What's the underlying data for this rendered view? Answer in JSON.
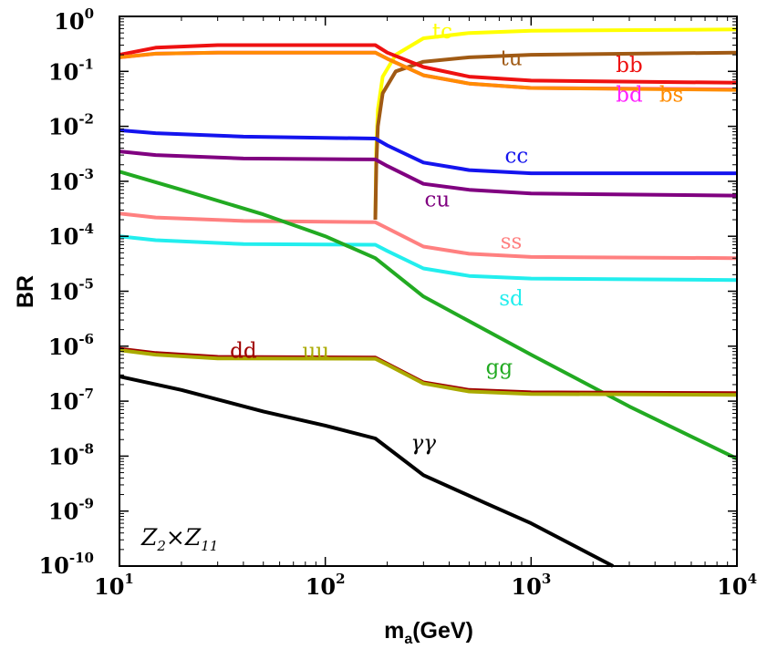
{
  "chart_data": {
    "type": "line",
    "xlabel": "m",
    "xlabel_sub": "a",
    "xlabel_tail": "(GeV)",
    "ylabel": "BR",
    "x_scale": "log",
    "y_scale": "log",
    "xlim": [
      10,
      10000
    ],
    "ylim": [
      1e-10,
      1
    ],
    "x_ticks": [
      {
        "value": 10,
        "base": "10",
        "exp": "1"
      },
      {
        "value": 100,
        "base": "10",
        "exp": "2"
      },
      {
        "value": 1000,
        "base": "10",
        "exp": "3"
      },
      {
        "value": 10000,
        "base": "10",
        "exp": "4"
      }
    ],
    "y_ticks": [
      {
        "value": 1,
        "base": "10",
        "exp": "0"
      },
      {
        "value": 0.1,
        "base": "10",
        "exp": "-1"
      },
      {
        "value": 0.01,
        "base": "10",
        "exp": "-2"
      },
      {
        "value": 0.001,
        "base": "10",
        "exp": "-3"
      },
      {
        "value": 0.0001,
        "base": "10",
        "exp": "-4"
      },
      {
        "value": 1e-05,
        "base": "10",
        "exp": "-5"
      },
      {
        "value": 1e-06,
        "base": "10",
        "exp": "-6"
      },
      {
        "value": 1e-07,
        "base": "10",
        "exp": "-7"
      },
      {
        "value": 1e-08,
        "base": "10",
        "exp": "-8"
      },
      {
        "value": 1e-09,
        "base": "10",
        "exp": "-9"
      },
      {
        "value": 1e-10,
        "base": "10",
        "exp": "-10"
      }
    ],
    "grid": false,
    "legend": "none",
    "annotation": {
      "z2": "Z",
      "z2_sub": "2",
      "times": "×",
      "z11": "Z",
      "z11_sub": "11"
    },
    "series": [
      {
        "name": "tc",
        "color": "#ffff00",
        "label_at": [
          370,
          0.4
        ],
        "points": [
          [
            175,
            0.0002
          ],
          [
            177,
            0.004
          ],
          [
            180,
            0.02
          ],
          [
            190,
            0.08
          ],
          [
            220,
            0.2
          ],
          [
            300,
            0.4
          ],
          [
            500,
            0.5
          ],
          [
            1000,
            0.55
          ],
          [
            10000,
            0.58
          ]
        ]
      },
      {
        "name": "tu",
        "color": "#a05a14",
        "label_at": [
          800,
          0.13
        ],
        "points": [
          [
            175,
            0.0002
          ],
          [
            177,
            0.002
          ],
          [
            180,
            0.01
          ],
          [
            190,
            0.04
          ],
          [
            220,
            0.1
          ],
          [
            300,
            0.15
          ],
          [
            500,
            0.18
          ],
          [
            1000,
            0.2
          ],
          [
            10000,
            0.22
          ]
        ]
      },
      {
        "name": "bb",
        "color": "#ee1111",
        "label_at": [
          3000,
          0.098
        ],
        "points": [
          [
            10,
            0.2
          ],
          [
            15,
            0.27
          ],
          [
            30,
            0.3
          ],
          [
            175,
            0.3
          ],
          [
            200,
            0.22
          ],
          [
            300,
            0.12
          ],
          [
            500,
            0.08
          ],
          [
            1000,
            0.068
          ],
          [
            10000,
            0.062
          ]
        ]
      },
      {
        "name": "bd",
        "color": "#ff22ff",
        "label_at": [
          3000,
          0.028
        ],
        "points": [
          [
            10,
            0.18
          ],
          [
            15,
            0.21
          ],
          [
            30,
            0.22
          ],
          [
            175,
            0.22
          ],
          [
            200,
            0.17
          ],
          [
            300,
            0.085
          ],
          [
            500,
            0.06
          ],
          [
            1000,
            0.05
          ],
          [
            10000,
            0.047
          ]
        ]
      },
      {
        "name": "bs",
        "color": "#ff8c00",
        "label_at": [
          4800,
          0.028
        ],
        "points": [
          [
            10,
            0.18
          ],
          [
            15,
            0.21
          ],
          [
            30,
            0.22
          ],
          [
            175,
            0.22
          ],
          [
            200,
            0.17
          ],
          [
            300,
            0.085
          ],
          [
            500,
            0.06
          ],
          [
            1000,
            0.05
          ],
          [
            10000,
            0.046
          ]
        ]
      },
      {
        "name": "cc",
        "color": "#1414ee",
        "label_at": [
          850,
          0.0022
        ],
        "points": [
          [
            10,
            0.0085
          ],
          [
            15,
            0.0075
          ],
          [
            40,
            0.0065
          ],
          [
            175,
            0.006
          ],
          [
            200,
            0.0045
          ],
          [
            300,
            0.0022
          ],
          [
            500,
            0.0016
          ],
          [
            1000,
            0.0014
          ],
          [
            10000,
            0.0014
          ]
        ]
      },
      {
        "name": "cu",
        "color": "#800080",
        "label_at": [
          350,
          0.00035
        ],
        "points": [
          [
            10,
            0.0035
          ],
          [
            15,
            0.003
          ],
          [
            40,
            0.0026
          ],
          [
            175,
            0.0025
          ],
          [
            200,
            0.0019
          ],
          [
            300,
            0.0009
          ],
          [
            500,
            0.0007
          ],
          [
            1000,
            0.0006
          ],
          [
            10000,
            0.00055
          ]
        ]
      },
      {
        "name": "ss",
        "color": "#ff8080",
        "label_at": [
          800,
          6e-05
        ],
        "points": [
          [
            10,
            0.00026
          ],
          [
            15,
            0.00022
          ],
          [
            40,
            0.00019
          ],
          [
            175,
            0.00018
          ],
          [
            200,
            0.00014
          ],
          [
            300,
            6.5e-05
          ],
          [
            500,
            4.8e-05
          ],
          [
            1000,
            4.2e-05
          ],
          [
            10000,
            4e-05
          ]
        ]
      },
      {
        "name": "sd",
        "color": "#22eeee",
        "label_at": [
          800,
          5.5e-06
        ],
        "points": [
          [
            10,
            0.0001
          ],
          [
            15,
            8.5e-05
          ],
          [
            40,
            7.2e-05
          ],
          [
            175,
            7e-05
          ],
          [
            200,
            5.4e-05
          ],
          [
            300,
            2.6e-05
          ],
          [
            500,
            1.9e-05
          ],
          [
            1000,
            1.7e-05
          ],
          [
            10000,
            1.6e-05
          ]
        ]
      },
      {
        "name": "gg",
        "color": "#22aa22",
        "label_at": [
          700,
          3.1e-07
        ],
        "points": [
          [
            10,
            0.0015
          ],
          [
            20,
            0.0007
          ],
          [
            50,
            0.00025
          ],
          [
            100,
            0.0001
          ],
          [
            175,
            4e-05
          ],
          [
            300,
            8e-06
          ],
          [
            1000,
            7e-07
          ],
          [
            3000,
            8e-08
          ],
          [
            10000,
            9e-09
          ]
        ]
      },
      {
        "name": "dd",
        "color": "#a00000",
        "label_at": [
          40,
          6.2e-07
        ],
        "points": [
          [
            10,
            9e-07
          ],
          [
            15,
            7.5e-07
          ],
          [
            30,
            6.4e-07
          ],
          [
            175,
            6.2e-07
          ],
          [
            200,
            4.8e-07
          ],
          [
            300,
            2.2e-07
          ],
          [
            500,
            1.6e-07
          ],
          [
            1000,
            1.45e-07
          ],
          [
            10000,
            1.4e-07
          ]
        ]
      },
      {
        "name": "uu",
        "color": "#aaaa00",
        "label_at": [
          90,
          6.2e-07
        ],
        "points": [
          [
            10,
            8.5e-07
          ],
          [
            15,
            7e-07
          ],
          [
            30,
            6e-07
          ],
          [
            175,
            5.9e-07
          ],
          [
            200,
            4.6e-07
          ],
          [
            300,
            2.1e-07
          ],
          [
            500,
            1.5e-07
          ],
          [
            1000,
            1.35e-07
          ],
          [
            10000,
            1.3e-07
          ]
        ]
      },
      {
        "name": "γγ",
        "color": "#000000",
        "label_at": [
          300,
          1.3e-08
        ],
        "points": [
          [
            10,
            2.8e-07
          ],
          [
            20,
            1.6e-07
          ],
          [
            50,
            6.5e-08
          ],
          [
            100,
            3.6e-08
          ],
          [
            175,
            2.1e-08
          ],
          [
            300,
            4.5e-09
          ],
          [
            600,
            1.4e-09
          ],
          [
            1000,
            6e-10
          ],
          [
            2500,
            1e-10
          ]
        ]
      }
    ]
  }
}
